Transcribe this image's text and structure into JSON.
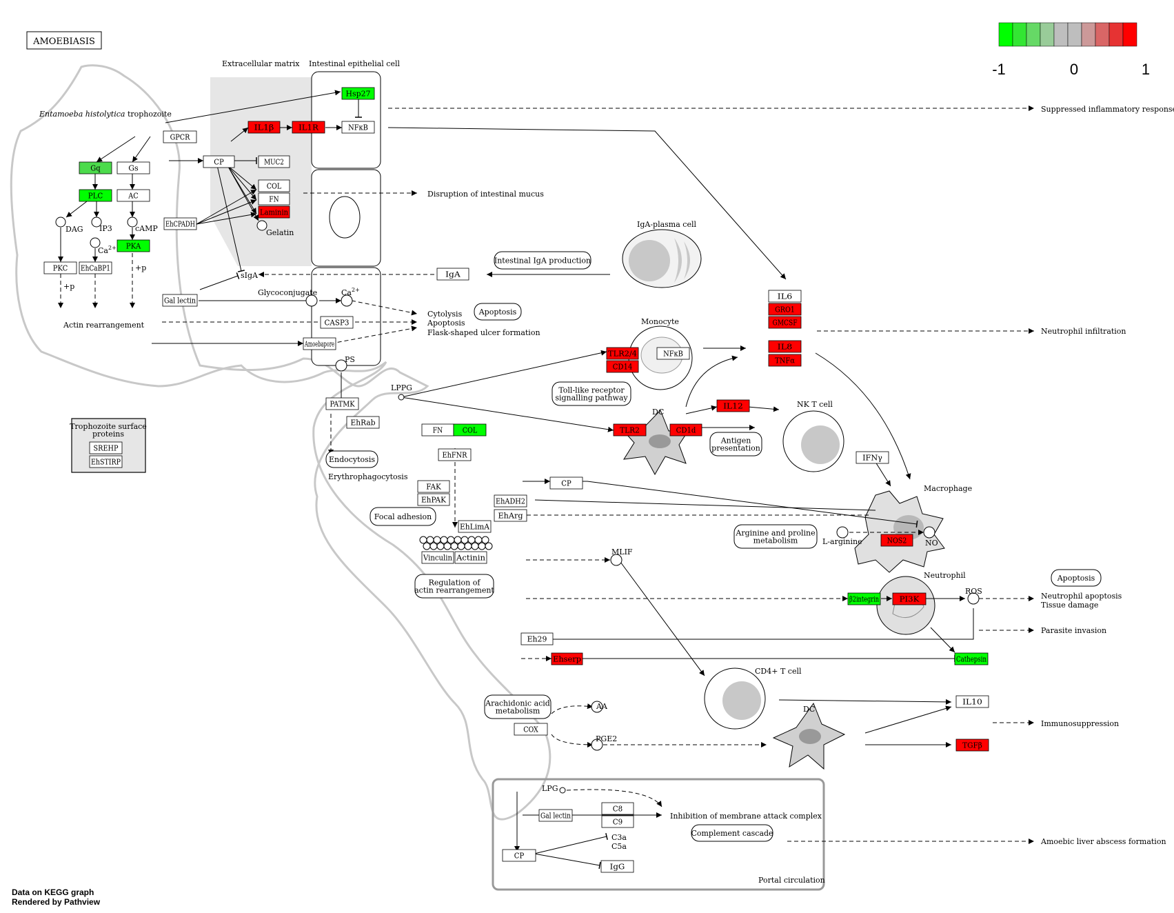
{
  "title": "AMOEBIASIS",
  "legend": {
    "colors": [
      "#00ff00",
      "#33e633",
      "#66d966",
      "#99cc99",
      "#bebebe",
      "#bebebe",
      "#cc9999",
      "#d96666",
      "#e63333",
      "#ff0000"
    ],
    "ticks": [
      "-1",
      "0",
      "1"
    ]
  },
  "colors": {
    "up": "#ff0000",
    "down": "#00ff00",
    "mid_down": "#4cdb4c",
    "none": "#ffffff",
    "cell_fill": "#e6e6e6",
    "nucleus": "#c8c8c8",
    "outline": "#c8c8c8"
  },
  "nodes": [
    {
      "id": "gpcr",
      "label": "GPCR",
      "color": "#ffffff"
    },
    {
      "id": "gq",
      "label": "Gq",
      "color": "#4cdb4c"
    },
    {
      "id": "gs",
      "label": "Gs",
      "color": "#ffffff"
    },
    {
      "id": "plc",
      "label": "PLC",
      "color": "#00ff00"
    },
    {
      "id": "ac",
      "label": "AC",
      "color": "#ffffff"
    },
    {
      "id": "pka",
      "label": "PKA",
      "color": "#00ff00"
    },
    {
      "id": "pkc",
      "label": "PKC",
      "color": "#ffffff"
    },
    {
      "id": "ehcabp1",
      "label": "EhCaBP1",
      "color": "#ffffff"
    },
    {
      "id": "cp_top",
      "label": "CP",
      "color": "#ffffff"
    },
    {
      "id": "muc2",
      "label": "MUC2",
      "color": "#ffffff"
    },
    {
      "id": "col_ecm",
      "label": "COL",
      "color": "#ffffff"
    },
    {
      "id": "fn_ecm",
      "label": "FN",
      "color": "#ffffff"
    },
    {
      "id": "laminin",
      "label": "Laminin",
      "color": "#ff0000"
    },
    {
      "id": "ehcpadh",
      "label": "EhCPADH",
      "color": "#ffffff"
    },
    {
      "id": "hsp27",
      "label": "Hsp27",
      "color": "#00ff00"
    },
    {
      "id": "il1b",
      "label": "IL1β",
      "color": "#ff0000"
    },
    {
      "id": "il1r",
      "label": "IL1R",
      "color": "#ff0000"
    },
    {
      "id": "nfkb",
      "label": "NFκB",
      "color": "#ffffff"
    },
    {
      "id": "iga",
      "label": "IgA",
      "color": "#ffffff"
    },
    {
      "id": "gal_lectin",
      "label": "Gal lectin",
      "color": "#ffffff"
    },
    {
      "id": "casp3",
      "label": "CASP3",
      "color": "#ffffff"
    },
    {
      "id": "amoebapore",
      "label": "Amoebapore",
      "color": "#ffffff"
    },
    {
      "id": "patmk",
      "label": "PATMK",
      "color": "#ffffff"
    },
    {
      "id": "ehrab",
      "label": "EhRab",
      "color": "#ffffff"
    },
    {
      "id": "srehp",
      "label": "SREHP",
      "color": "#ffffff"
    },
    {
      "id": "ehstirp",
      "label": "EhSTIRP",
      "color": "#ffffff"
    },
    {
      "id": "il6",
      "label": "IL6",
      "color": "#ffffff"
    },
    {
      "id": "gro1",
      "label": "GRO1",
      "color": "#ff0000"
    },
    {
      "id": "gmcsf",
      "label": "GMCSF",
      "color": "#ff0000"
    },
    {
      "id": "il8",
      "label": "IL8",
      "color": "#ff0000"
    },
    {
      "id": "tnfa",
      "label": "TNFα",
      "color": "#ff0000"
    },
    {
      "id": "tlr24",
      "label": "TLR2/4",
      "color": "#ff0000"
    },
    {
      "id": "cd14",
      "label": "CD14",
      "color": "#ff0000"
    },
    {
      "id": "nfkb_mono",
      "label": "NFκB",
      "color": "#ffffff"
    },
    {
      "id": "il12",
      "label": "IL12",
      "color": "#ff0000"
    },
    {
      "id": "tlr2",
      "label": "TLR2",
      "color": "#ff0000"
    },
    {
      "id": "cd1d",
      "label": "CD1d",
      "color": "#ff0000"
    },
    {
      "id": "fn_mid",
      "label": "FN",
      "color": "#ffffff"
    },
    {
      "id": "col_mid",
      "label": "COL",
      "color": "#00ff00"
    },
    {
      "id": "ehfnr",
      "label": "EhFNR",
      "color": "#ffffff"
    },
    {
      "id": "ifng",
      "label": "IFNγ",
      "color": "#ffffff"
    },
    {
      "id": "fak",
      "label": "FAK",
      "color": "#ffffff"
    },
    {
      "id": "ehpak",
      "label": "EhPAK",
      "color": "#ffffff"
    },
    {
      "id": "cp_mid",
      "label": "CP",
      "color": "#ffffff"
    },
    {
      "id": "ehadh2",
      "label": "EhADH2",
      "color": "#ffffff"
    },
    {
      "id": "eharg",
      "label": "EhArg",
      "color": "#ffffff"
    },
    {
      "id": "ehlima",
      "label": "EhLimA",
      "color": "#ffffff"
    },
    {
      "id": "vinculin",
      "label": "Vinculin",
      "color": "#ffffff"
    },
    {
      "id": "actinin",
      "label": "Actinin",
      "color": "#ffffff"
    },
    {
      "id": "nos2",
      "label": "NOS2",
      "color": "#ff0000"
    },
    {
      "id": "b2integrin",
      "label": "β2integrin",
      "color": "#00ff00"
    },
    {
      "id": "pi3k",
      "label": "PI3K",
      "color": "#ff0000"
    },
    {
      "id": "eh29",
      "label": "Eh29",
      "color": "#ffffff"
    },
    {
      "id": "ehserp",
      "label": "Ehserp",
      "color": "#ff0000"
    },
    {
      "id": "cathepsin",
      "label": "Cathepsin",
      "color": "#00ff00"
    },
    {
      "id": "il10",
      "label": "IL10",
      "color": "#ffffff"
    },
    {
      "id": "cox",
      "label": "COX",
      "color": "#ffffff"
    },
    {
      "id": "tgfb",
      "label": "TGFβ",
      "color": "#ff0000"
    },
    {
      "id": "c8",
      "label": "C8",
      "color": "#ffffff"
    },
    {
      "id": "c9",
      "label": "C9",
      "color": "#ffffff"
    },
    {
      "id": "gal_lectin2",
      "label": "Gal lectin",
      "color": "#ffffff"
    },
    {
      "id": "cp_bottom",
      "label": "CP",
      "color": "#ffffff"
    },
    {
      "id": "igg",
      "label": "IgG",
      "color": "#ffffff"
    }
  ],
  "pathways": [
    {
      "id": "intestinal_iga",
      "label": "Intestinal IgA production"
    },
    {
      "id": "apoptosis1",
      "label": "Apoptosis"
    },
    {
      "id": "tlr_path",
      "lines": [
        "Toll-like receptor",
        "signalling pathway"
      ]
    },
    {
      "id": "antigen",
      "lines": [
        "Antigen",
        "presentation"
      ]
    },
    {
      "id": "endocytosis",
      "label": "Endocytosis"
    },
    {
      "id": "focal",
      "label": "Focal adhesion"
    },
    {
      "id": "arginine",
      "lines": [
        "Arginine and proline",
        "metabolism"
      ]
    },
    {
      "id": "reg_actin",
      "lines": [
        "Regulation of",
        "actin rearrangement"
      ]
    },
    {
      "id": "apoptosis2",
      "label": "Apoptosis"
    },
    {
      "id": "arachidonic",
      "lines": [
        "Arachidonic acid",
        "metabolism"
      ]
    },
    {
      "id": "complement",
      "label": "Complement cascade"
    }
  ],
  "labels": {
    "trophozoite_species": "Entamoeba histolytica",
    "trophozoite_word": "trophozoite",
    "ecm": "Extracellular matrix",
    "epithelial": "Intestinal epithelial cell",
    "suppressed": "Suppressed inflammatory response",
    "disruption": "Disruption of  intestinal mucus",
    "iga_plasma": "IgA-plasma cell",
    "siga": "sIgA",
    "glycoconjugate": "Glycoconjugate",
    "ca2_top": "Ca",
    "ca2_mid": "Ca",
    "cytolysis": "Cytolysis",
    "apoptosis_txt": "Apoptosis",
    "flask": "Flask-shaped ulcer formation",
    "actin_rearr": "Actin rearrangement",
    "dag": "DAG",
    "ip3": "IP3",
    "camp": "cAMP",
    "plus_p1": "+p",
    "plus_p2": "+p",
    "gelatin": "Gelatin",
    "monocyte": "Monocyte",
    "neutrophil_infiltration": "Neutrophil infiltration",
    "ps": "PS",
    "lppg": "LPPG",
    "dc1": "DC",
    "nkt": "NK T cell",
    "trophozoite_surface": [
      "Trophozoite surface",
      "proteins"
    ],
    "erythro": "Erythrophagocytosis",
    "macrophage": "Macrophage",
    "l_arginine": "L-arginine",
    "no": "NO",
    "mlif": "MLIF",
    "neutrophil": "Neutrophil",
    "ros": "ROS",
    "neut_apop": "Neutrophil apoptosis",
    "tissue_damage": "Tissue damage",
    "parasite_inv": "Parasite invasion",
    "cd4": "CD4+ T cell",
    "dc2": "DC",
    "aa": "AA",
    "pge2": "PGE2",
    "immunosuppression": "Immunosuppression",
    "lpg": "LPG",
    "inhibition_mac": "Inhibition of membrane attack complex",
    "c3a": "C3a",
    "c5a": "C5a",
    "amoebic_liver": "Amoebic liver abscess formation",
    "portal": "Portal circulation"
  },
  "credits": [
    "Data on KEGG graph",
    "Rendered by Pathview"
  ]
}
